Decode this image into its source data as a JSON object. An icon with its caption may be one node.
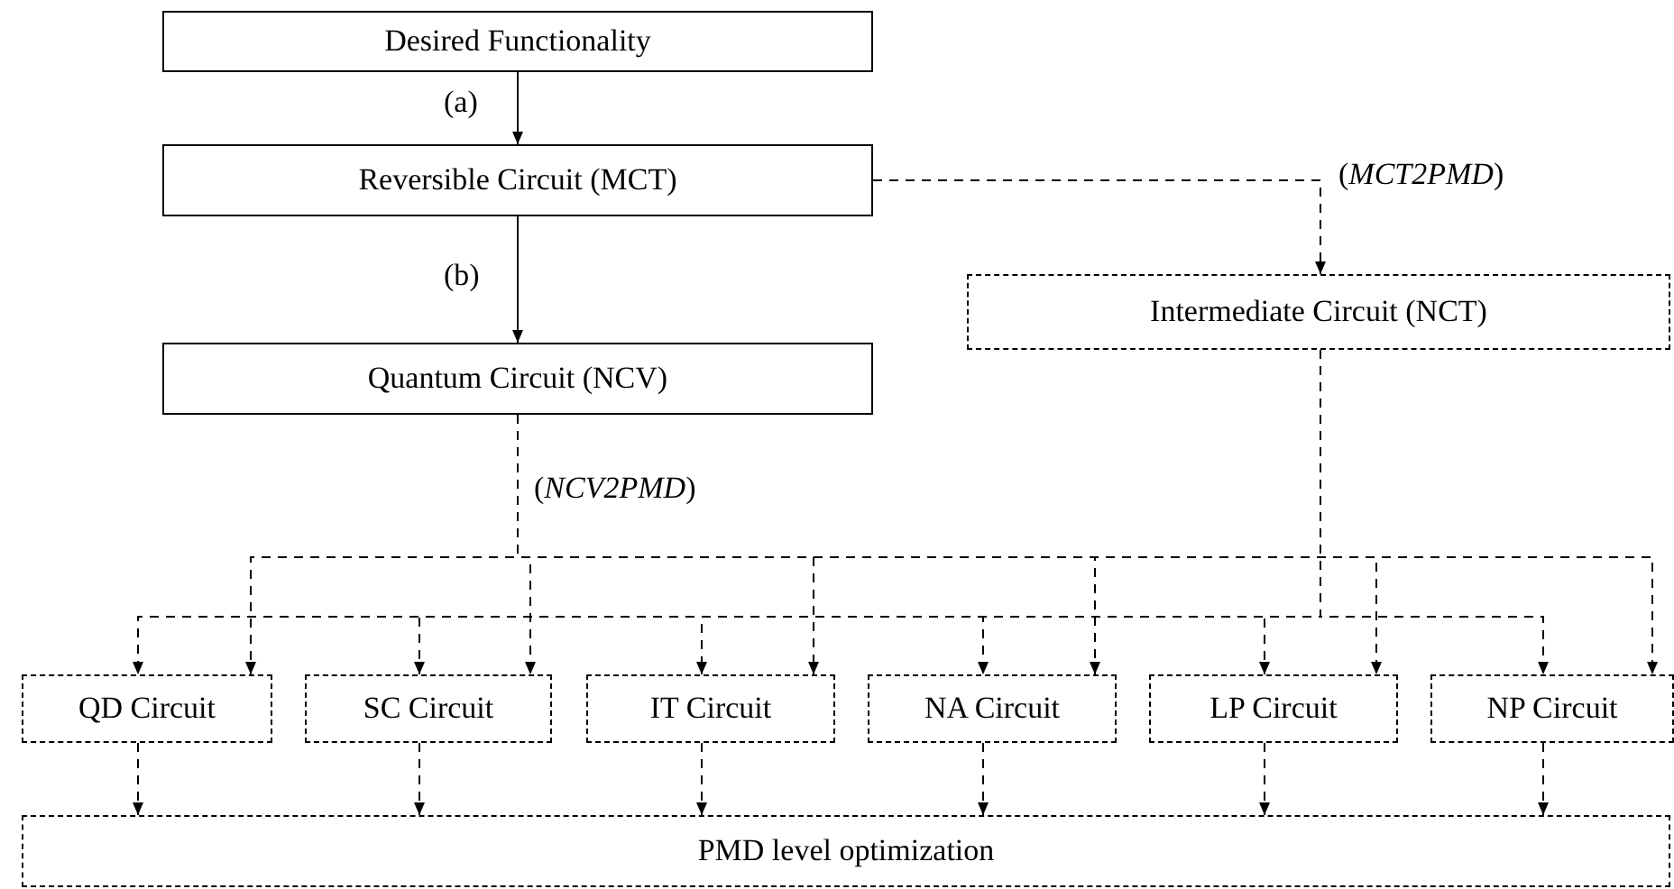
{
  "diagram": {
    "nodes": [
      {
        "text": [
          "Desired Functionality"
        ]
      },
      {
        "text": [
          "Reversible Circuit (MCT)"
        ]
      },
      {
        "text": [
          "Quantum Circuit (NCV)"
        ]
      },
      {
        "text": [
          "Intermediate Circuit (NCT)"
        ]
      },
      {
        "text": [
          "QD Circuit"
        ]
      },
      {
        "text": [
          "SC Circuit"
        ]
      },
      {
        "text": [
          "IT Circuit"
        ]
      },
      {
        "text": [
          "NA Circuit"
        ]
      },
      {
        "text": [
          "LP Circuit"
        ]
      },
      {
        "text": [
          "NP Circuit"
        ]
      },
      {
        "text": [
          "PMD level optimization"
        ]
      }
    ],
    "edges": [
      {
        "from": 0,
        "to": 1,
        "arrow": "to",
        "label": "(a)"
      },
      {
        "from": 1,
        "to": 2,
        "arrow": "to",
        "label": "(b)"
      },
      {
        "from": 1,
        "to": 3,
        "arrow": "to",
        "style": "dashed",
        "label": "(*MCT2PMD*)"
      },
      {
        "from": 2,
        "to": 4,
        "arrow": "to",
        "style": "dashed",
        "label": "(*NCV2PMD*)"
      },
      {
        "from": 2,
        "to": 5,
        "arrow": "to",
        "style": "dashed"
      },
      {
        "from": 2,
        "to": 6,
        "arrow": "to",
        "style": "dashed"
      },
      {
        "from": 2,
        "to": 7,
        "arrow": "to",
        "style": "dashed"
      },
      {
        "from": 2,
        "to": 8,
        "arrow": "to",
        "style": "dashed"
      },
      {
        "from": 2,
        "to": 9,
        "arrow": "to",
        "style": "dashed"
      },
      {
        "from": 3,
        "to": 4,
        "arrow": "to",
        "style": "dashed"
      },
      {
        "from": 3,
        "to": 5,
        "arrow": "to",
        "style": "dashed"
      },
      {
        "from": 3,
        "to": 6,
        "arrow": "to",
        "style": "dashed"
      },
      {
        "from": 3,
        "to": 7,
        "arrow": "to",
        "style": "dashed"
      },
      {
        "from": 3,
        "to": 8,
        "arrow": "to",
        "style": "dashed"
      },
      {
        "from": 3,
        "to": 9,
        "arrow": "to",
        "style": "dashed"
      },
      {
        "from": 4,
        "to": 10,
        "arrow": "to",
        "style": "dashed"
      },
      {
        "from": 5,
        "to": 10,
        "arrow": "to",
        "style": "dashed"
      },
      {
        "from": 6,
        "to": 10,
        "arrow": "to",
        "style": "dashed"
      },
      {
        "from": 7,
        "to": 10,
        "arrow": "to",
        "style": "dashed"
      },
      {
        "from": 8,
        "to": 10,
        "arrow": "to",
        "style": "dashed"
      },
      {
        "from": 9,
        "to": 10,
        "arrow": "to",
        "style": "dashed"
      }
    ]
  }
}
